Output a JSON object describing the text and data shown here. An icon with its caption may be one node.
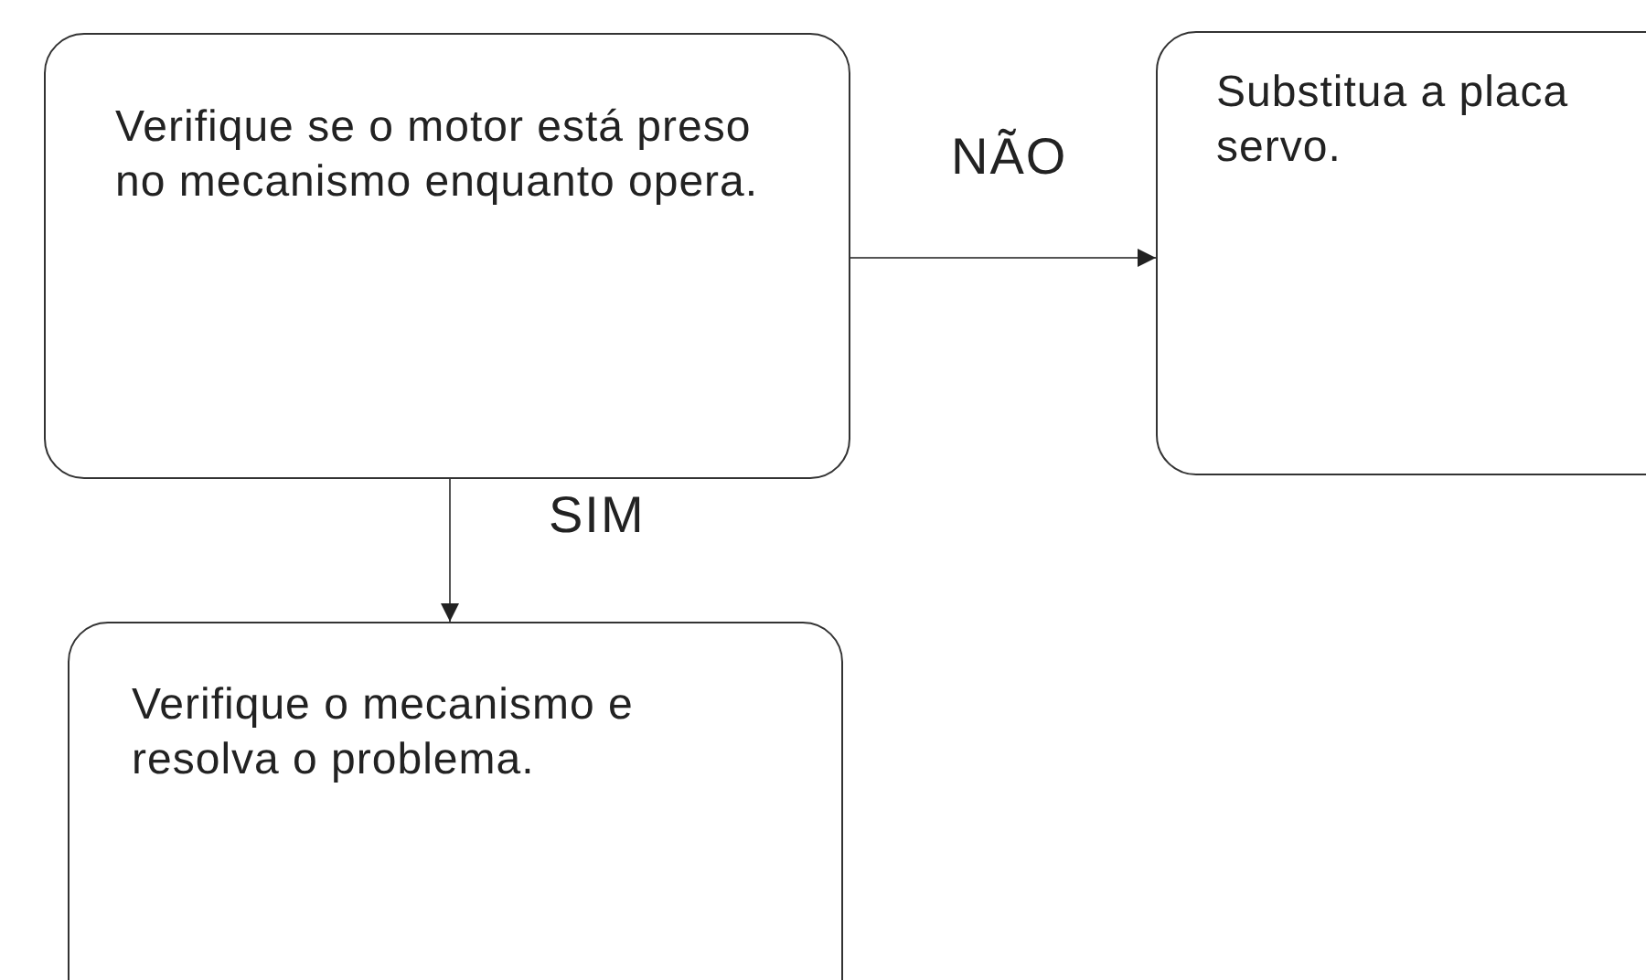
{
  "diagram": {
    "nodes": [
      {
        "text": [
          "Verifique se o motor está preso no mecanismo enquanto opera."
        ]
      },
      {
        "text": [
          "Substitua a placa servo."
        ]
      },
      {
        "text": [
          "Verifique o mecanismo e resolva o problema."
        ]
      }
    ],
    "edges": [
      {
        "from": 0,
        "to": 1,
        "arrow": "to",
        "label": "NÃO"
      },
      {
        "from": 0,
        "to": 2,
        "arrow": "to",
        "label": "SIM"
      }
    ]
  }
}
